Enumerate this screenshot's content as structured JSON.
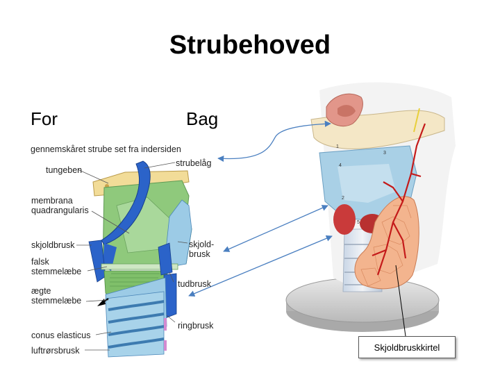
{
  "slide": {
    "title": "Strubehoved"
  },
  "headings": {
    "front": "For",
    "back": "Bag"
  },
  "left_diagram": {
    "caption": "gennemskåret strube set fra indersiden",
    "labels": {
      "tungeben": "tungeben",
      "strubelag": "strubelåg",
      "membrana": "membrana\nquadrangularis",
      "skjoldbrusk_left": "skjoldbrusk",
      "skjoldbrusk_right": "skjold-\nbrusk",
      "falsk": "falsk\nstemmelæbe",
      "tudbrusk": "tudbrusk",
      "aegte": "ægte\nstemmelæbe",
      "ringbrusk": "ringbrusk",
      "conus": "conus elasticus",
      "luftror": "luftrørsbrusk"
    }
  },
  "right_model": {
    "caption": "Skjoldbruskkirtel",
    "marker_numbers": [
      "1",
      "2",
      "3",
      "4",
      "5"
    ]
  },
  "colors": {
    "green": "#8fc97c",
    "blue": "#1f4fbf",
    "light_blue": "#9ccbe6",
    "arrow": "#4a7fc0",
    "thyroid": "#f3b48e",
    "artery": "#c41a1a"
  }
}
